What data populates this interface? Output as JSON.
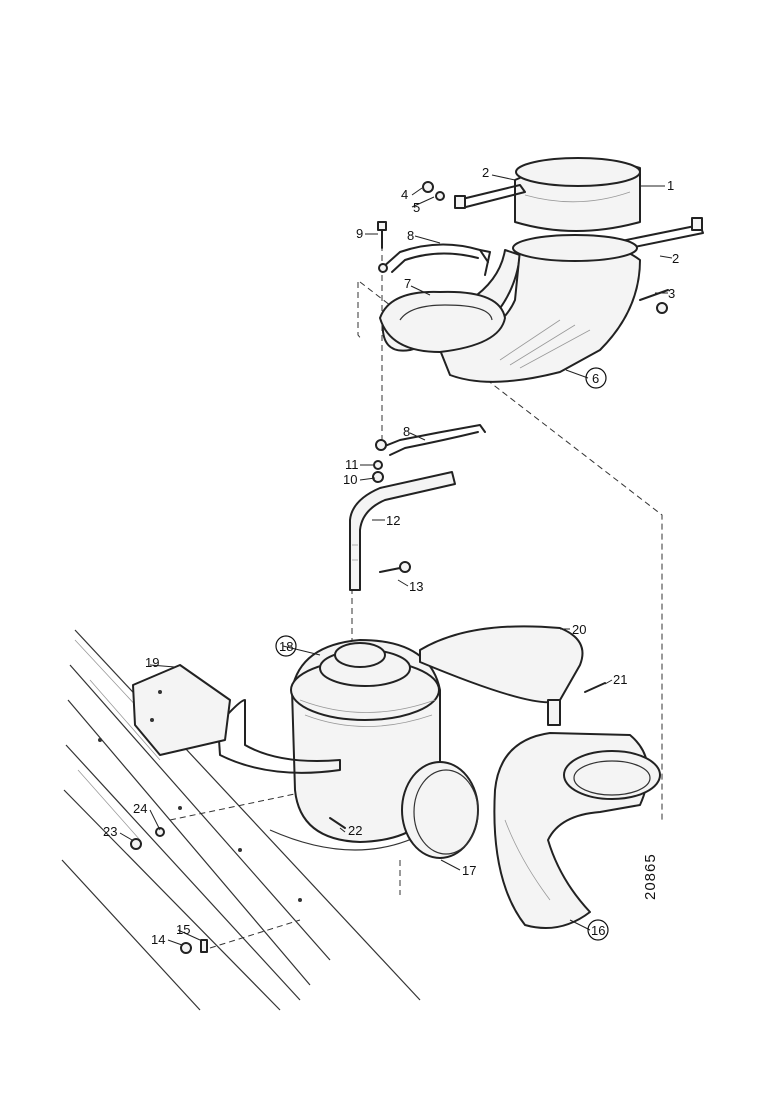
{
  "drawing": {
    "number": "20865"
  },
  "callouts": {
    "c1": "1",
    "c2a": "2",
    "c2b": "2",
    "c3": "3",
    "c4": "4",
    "c5": "5",
    "c6": "6",
    "c7": "7",
    "c8a": "8",
    "c8b": "8",
    "c9": "9",
    "c10": "10",
    "c11": "11",
    "c12": "12",
    "c13": "13",
    "c14": "14",
    "c15": "15",
    "c16": "16",
    "c17": "17",
    "c18": "18",
    "c19": "19",
    "c20": "20",
    "c21": "21",
    "c22": "22",
    "c23": "23",
    "c24": "24"
  }
}
